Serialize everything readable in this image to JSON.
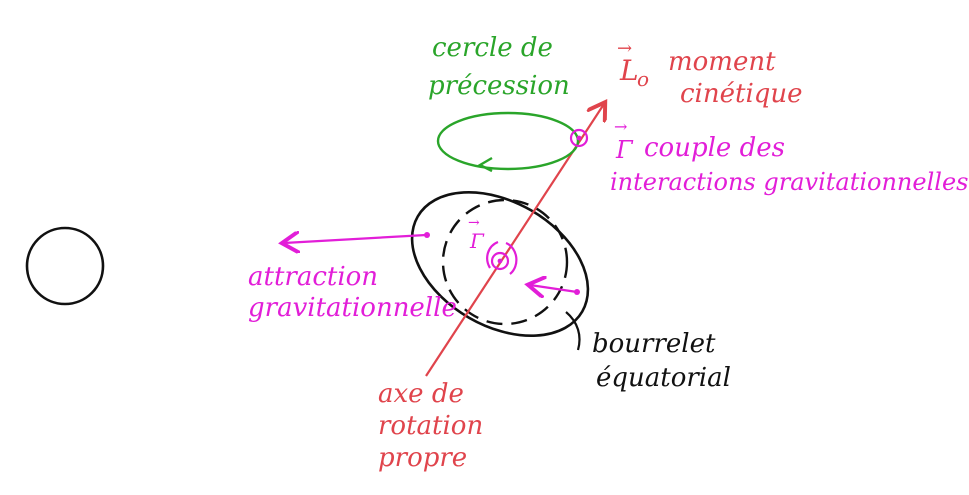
{
  "colors": {
    "red": "#e0444c",
    "green": "#2aa52a",
    "magenta": "#e21ed8",
    "black": "#111111"
  },
  "labels": {
    "precession_line1": "cercle de",
    "precession_line2": "précession",
    "L_symbol": "L",
    "L_subscript": "o",
    "moment_line1": "moment",
    "moment_line2": "cinétique",
    "gamma_symbol": "Γ",
    "couple_line1": "couple des",
    "couple_line2": "interactions gravitationnelles",
    "gamma_small": "Γ",
    "attraction_line1": "attraction",
    "attraction_line2": "gravitationnelle",
    "bourrelet_line1": "bourrelet",
    "bourrelet_line2": "équatorial",
    "axe_line1": "axe de",
    "axe_line2": "rotation",
    "axe_line3": "propre"
  },
  "icons": {
    "moon": "circle-icon",
    "earth": "ellipse-icon",
    "vector_out": "circled-dot-icon",
    "vector_arrow": "arrow-icon"
  }
}
